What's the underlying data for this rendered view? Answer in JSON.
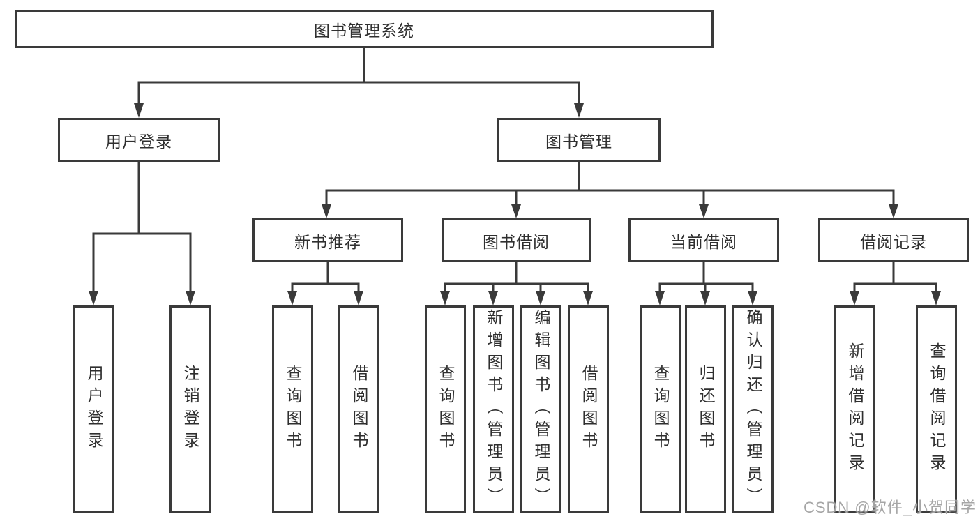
{
  "diagram": {
    "root": {
      "label": "图书管理系统"
    },
    "level2": [
      {
        "label": "用户登录"
      },
      {
        "label": "图书管理"
      }
    ],
    "level3": [
      {
        "label": "新书推荐"
      },
      {
        "label": "图书借阅"
      },
      {
        "label": "当前借阅"
      },
      {
        "label": "借阅记录"
      }
    ],
    "leaves": {
      "user_login": [
        {
          "label": "用户登录"
        },
        {
          "label": "注销登录"
        }
      ],
      "new_books": [
        {
          "label": "查询图书"
        },
        {
          "label": "借阅图书"
        }
      ],
      "book_borrow": [
        {
          "label": "查询图书"
        },
        {
          "label": "新增图书（管理员）"
        },
        {
          "label": "编辑图书（管理员）"
        },
        {
          "label": "借阅图书"
        }
      ],
      "current_borrow": [
        {
          "label": "查询图书"
        },
        {
          "label": "归还图书"
        },
        {
          "label": "确认归还（管理员）"
        }
      ],
      "borrow_records": [
        {
          "label": "新增借阅记录"
        },
        {
          "label": "查询借阅记录"
        }
      ]
    },
    "line_color": "#3a3a3a"
  },
  "watermark": {
    "text": "CSDN @软件_小贺同学"
  }
}
